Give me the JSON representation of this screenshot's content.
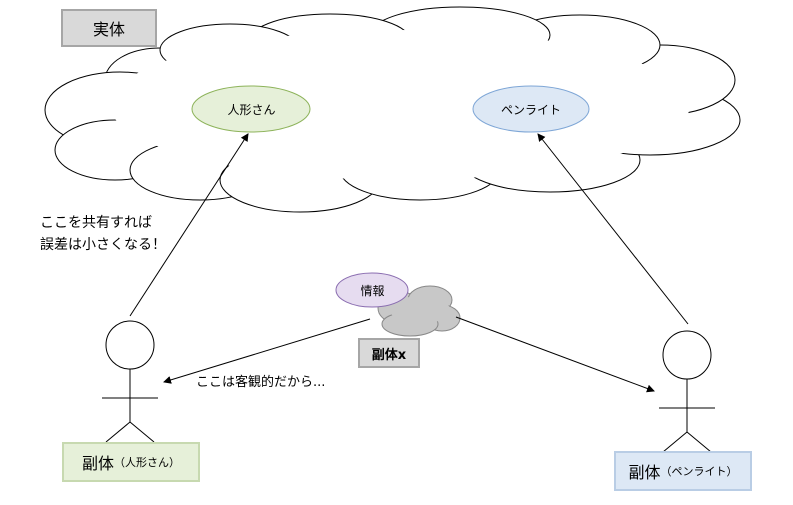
{
  "title": "実体",
  "shared_objects": {
    "doll": "人形さん",
    "penlight": "ペンライト"
  },
  "info_label": "情報",
  "entity_x_label": "副体x",
  "note": {
    "line1": "ここを共有すれば",
    "line2": "誤差は小さくなる！"
  },
  "objective_text": "ここは客観的だから...",
  "sub_entities": {
    "doll": {
      "main": "副体",
      "sub": "（人形さん）"
    },
    "penlight": {
      "main": "副体",
      "sub": "（ペンライト）"
    }
  },
  "colors": {
    "doll_fill": "#e6f0d9",
    "penlight_fill": "#dde8f5",
    "info_fill": "#e6dcf0",
    "gray_box": "#d9d9d9"
  }
}
